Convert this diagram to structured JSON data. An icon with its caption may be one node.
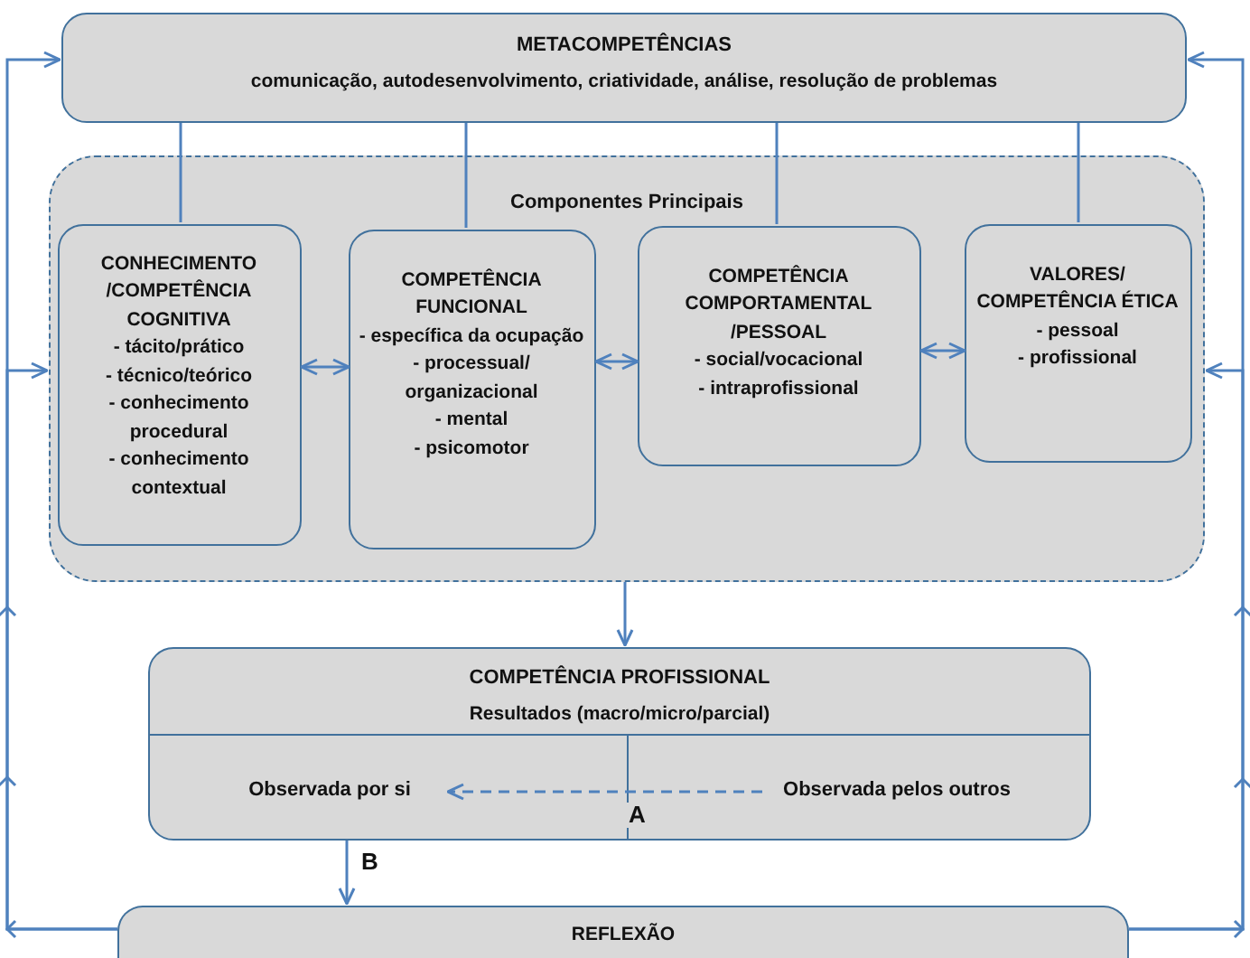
{
  "diagram": {
    "nodes": [
      {
        "text": [
          "METACOMPETÊNCIAS",
          "comunicação, autodesenvolvimento, criatividade, análise, resolução de problemas"
        ]
      },
      {
        "text": [
          "Componentes Principais"
        ]
      },
      {
        "text": [
          "CONHECIMENTO /COMPETÊNCIA COGNITIVA",
          "- tácito/prático",
          "- técnico/teórico",
          "- conhecimento procedural",
          "- conhecimento contextual"
        ],
        "in": 1
      },
      {
        "text": [
          "COMPETÊNCIA FUNCIONAL",
          "- específica da ocupação",
          "- processual/ organizacional",
          "- mental",
          "- psicomotor"
        ],
        "in": 1
      },
      {
        "text": [
          "COMPETÊNCIA COMPORTAMENTAL /PESSOAL",
          "- social/vocacional",
          "- intraprofissional"
        ],
        "in": 1
      },
      {
        "text": [
          "VALORES/ COMPETÊNCIA ÉTICA",
          "- pessoal",
          "- profissional"
        ],
        "in": 1
      },
      {
        "text": [
          "COMPETÊNCIA PROFISSIONAL",
          "Resultados (macro/micro/parcial)"
        ]
      },
      {
        "text": [
          "Observada por si"
        ],
        "in": 6
      },
      {
        "text": [
          "Observada pelos outros"
        ],
        "in": 6
      },
      {
        "text": [
          "REFLEXÃO"
        ]
      }
    ],
    "edges": [
      {
        "from": 0,
        "to": 2,
        "arrow": "none"
      },
      {
        "from": 0,
        "to": 3,
        "arrow": "none"
      },
      {
        "from": 0,
        "to": 4,
        "arrow": "none"
      },
      {
        "from": 0,
        "to": 5,
        "arrow": "none"
      },
      {
        "from": 2,
        "to": 3,
        "arrow": "both"
      },
      {
        "from": 3,
        "to": 4,
        "arrow": "both"
      },
      {
        "from": 4,
        "to": 5,
        "arrow": "both"
      },
      {
        "from": 1,
        "to": 6,
        "arrow": "to"
      },
      {
        "from": 8,
        "to": 7,
        "arrow": "to",
        "label": "A",
        "style": "dashed"
      },
      {
        "from": 6,
        "to": 9,
        "arrow": "to",
        "label": "B"
      },
      {
        "from": 9,
        "to": 0,
        "arrow": "to"
      },
      {
        "from": 9,
        "to": 1,
        "arrow": "to"
      },
      {
        "from": 9,
        "to": 0,
        "arrow": "to"
      },
      {
        "from": 9,
        "to": 1,
        "arrow": "to"
      }
    ]
  }
}
